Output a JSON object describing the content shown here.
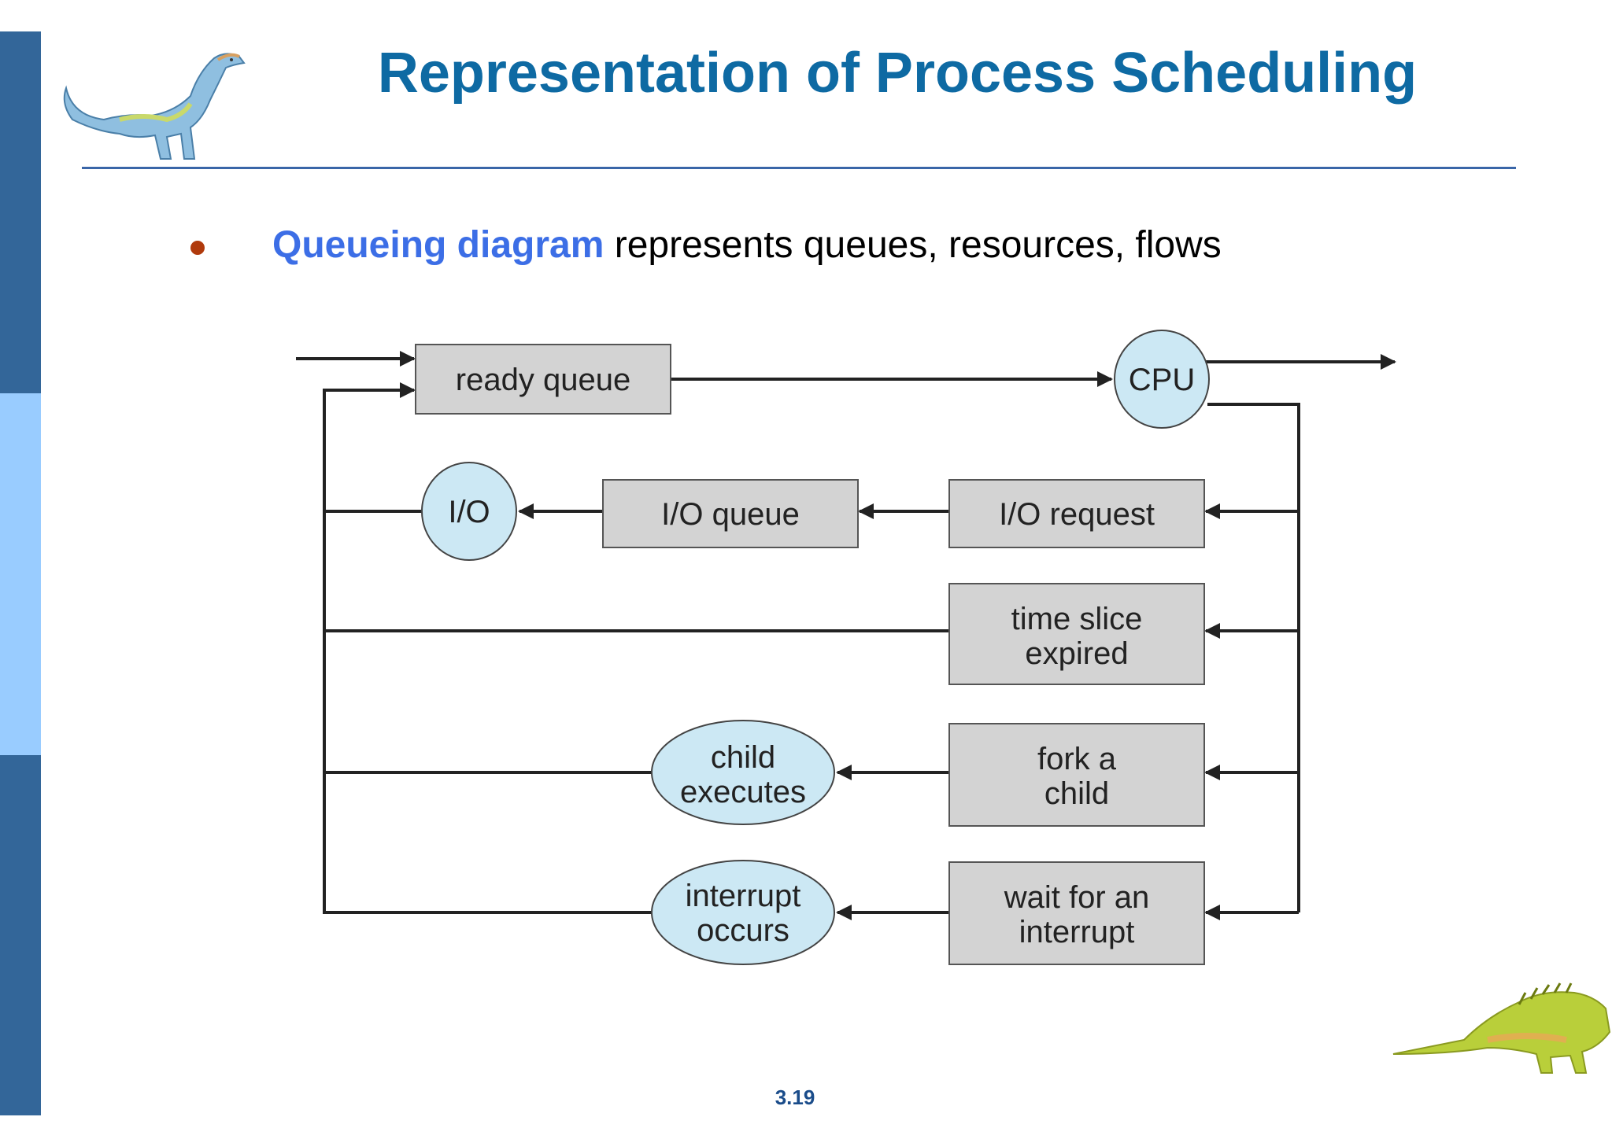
{
  "slide": {
    "title": "Representation of Process Scheduling",
    "page_number": "3.19"
  },
  "bullet": {
    "highlight": "Queueing diagram",
    "text": " represents queues, resources, flows"
  },
  "diagram": {
    "boxes": {
      "ready_queue": [
        "ready queue"
      ],
      "io_queue": [
        "I/O queue"
      ],
      "io_request": [
        "I/O request"
      ],
      "time_slice": [
        "time slice",
        "expired"
      ],
      "fork_child": [
        "fork a",
        "child"
      ],
      "wait_interrupt": [
        "wait for an",
        "interrupt"
      ]
    },
    "resources": {
      "cpu": [
        "CPU"
      ],
      "io": [
        "I/O"
      ],
      "child_executes": [
        "child",
        "executes"
      ],
      "interrupt_occurs": [
        "interrupt",
        "occurs"
      ]
    }
  },
  "colors": {
    "title": "#0e6aa3",
    "highlight": "#3c6ee6",
    "box_fill": "#d3d3d3",
    "resource_fill": "#cce8f4",
    "sidebar_dark": "#336699",
    "sidebar_light": "#99ccff"
  },
  "icons": [
    "dinosaur-logo-icon",
    "dinosaur-corner-icon"
  ]
}
